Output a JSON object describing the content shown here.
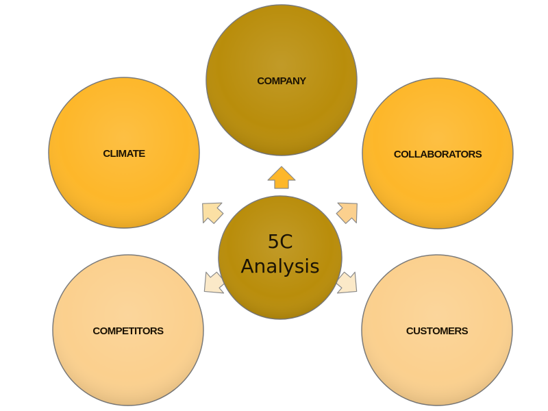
{
  "center": {
    "title_line1": "5C",
    "title_line2": "Analysis",
    "color": "#b98d0b"
  },
  "nodes": [
    {
      "id": "company",
      "label": "COMPANY",
      "color": "#b98d0b"
    },
    {
      "id": "climate",
      "label": "CLIMATE",
      "color": "#fdb72a"
    },
    {
      "id": "collaborators",
      "label": "COLLABORATORS",
      "color": "#fdb72a"
    },
    {
      "id": "competitors",
      "label": "COMPETITORS",
      "color": "#fbd08e"
    },
    {
      "id": "customers",
      "label": "CUSTOMERS",
      "color": "#fbd08e"
    }
  ],
  "arrow_colors": {
    "company": "#fdb72a",
    "climate": "#fbe0a4",
    "collaborators": "#fbd08e",
    "competitors": "#fbe9c8",
    "customers": "#fbe9c8"
  },
  "outline_color": "#7a7a7a"
}
